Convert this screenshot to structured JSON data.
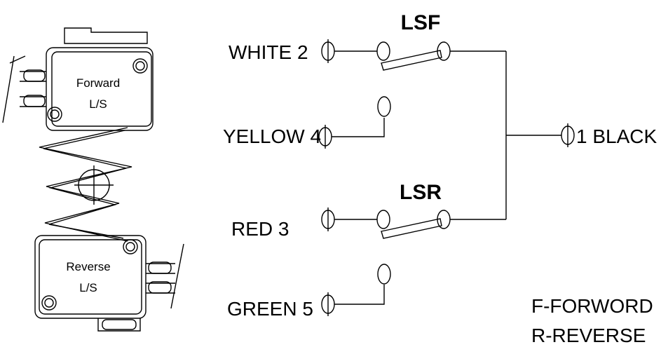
{
  "left_components": {
    "forward_switch": {
      "line1": "Forward",
      "line2": "L/S"
    },
    "reverse_switch": {
      "line1": "Reverse",
      "line2": "L/S"
    }
  },
  "switches": {
    "forward": "LSF",
    "reverse": "LSR"
  },
  "terminals": {
    "white": "WHITE 2",
    "yellow": "YELLOW 4",
    "red": "RED 3",
    "green": "GREEN 5",
    "black": "1 BLACK"
  },
  "terminal_symbol": "Φ",
  "legend": {
    "forward": "F-FORWORD",
    "reverse": "R-REVERSE"
  }
}
